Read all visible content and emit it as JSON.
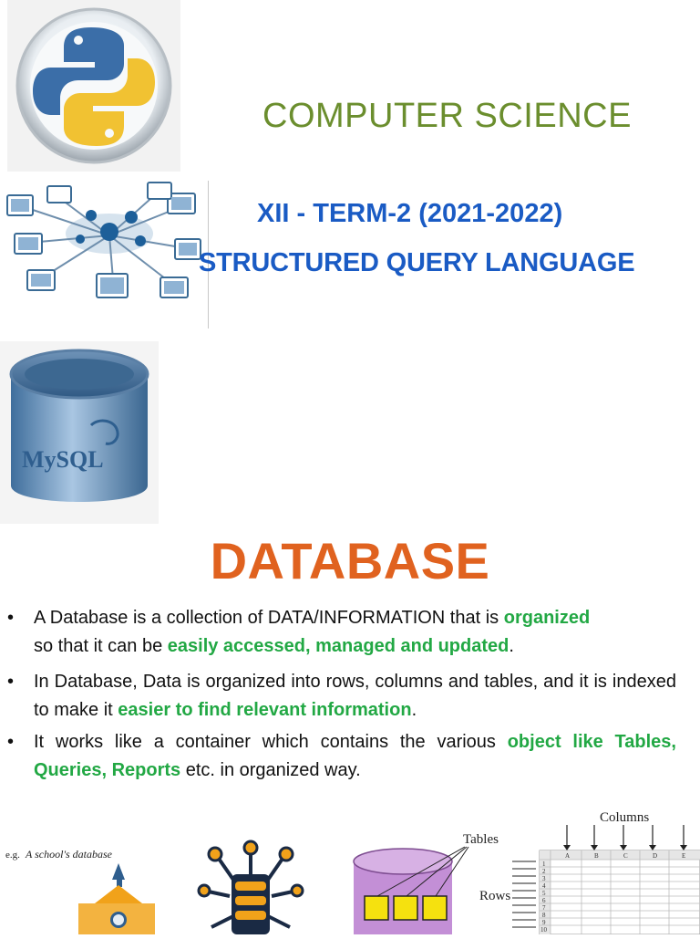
{
  "header": {
    "title": "COMPUTER SCIENCE",
    "subtitle_1": "XII - TERM-2 (2021-2022)",
    "subtitle_2": "STRUCTURED QUERY LANGUAGE"
  },
  "logos": {
    "python": "python-logo",
    "network": "network-illustration",
    "mysql": "MySQL"
  },
  "section": {
    "heading": "DATABASE",
    "bullets": [
      {
        "p1": "A Database is a collection of DATA/INFORMATION that is ",
        "h1": "organized",
        "p2": "so that it can be ",
        "h2": "easily accessed, managed and updated",
        "p3": "."
      },
      {
        "p1": "In Database, Data is organized into rows, columns and tables, and it is indexed to make it ",
        "h1": "easier to find relevant information",
        "p2": "."
      },
      {
        "p1": "It works like a container which contains the various ",
        "h1": "object like Tables, Queries, Reports",
        "p2": " etc. in organized way."
      }
    ],
    "bullet_symbol": "•"
  },
  "figures": {
    "school_caption_prefix": "e.g.",
    "school_caption": "A school's database",
    "tables_label": "Tables",
    "rows_label": "Rows",
    "columns_label": "Columns",
    "column_letters": [
      "A",
      "B",
      "C",
      "D",
      "E"
    ],
    "row_numbers": [
      "1",
      "2",
      "3",
      "4",
      "5",
      "6",
      "7",
      "8",
      "9",
      "10"
    ]
  },
  "colors": {
    "title_green": "#6b8e2e",
    "subtitle_blue": "#1a5bc4",
    "heading_orange": "#e0621f",
    "highlight_green": "#22a844"
  }
}
